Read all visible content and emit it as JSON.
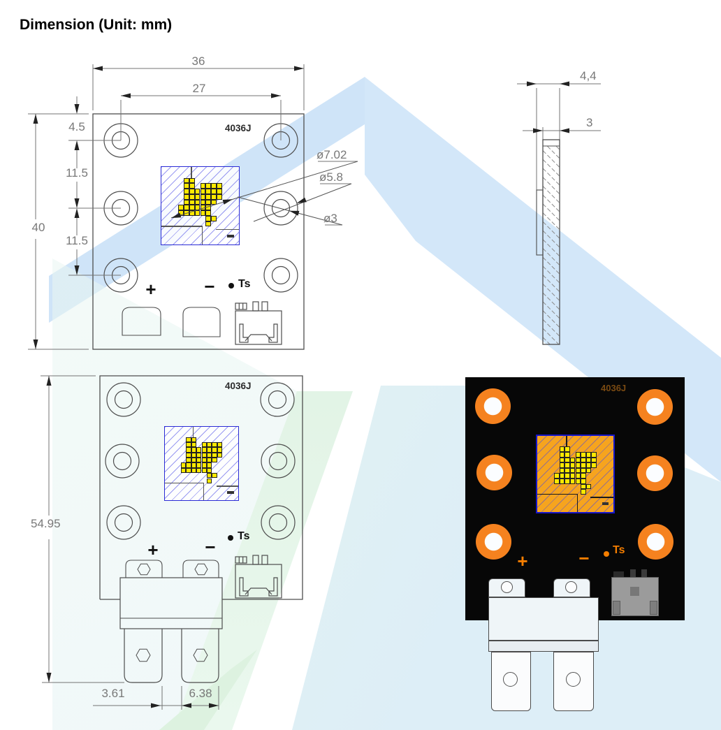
{
  "title": "Dimension (Unit: mm)",
  "front_view": {
    "part_label": "4036J",
    "dim_width": "36",
    "dim_hole_span": "27",
    "dim_height": "40",
    "dim_top_offset": "4.5",
    "dim_pitch_a": "11.5",
    "dim_pitch_b": "11.5",
    "dia_emitting_area": "ø7.02",
    "dia_hole_outer": "ø5.8",
    "dia_hole_inner": "ø3",
    "plus": "+",
    "minus": "−",
    "ts": "Ts"
  },
  "side_view": {
    "dim_total_thickness": "4,4",
    "dim_substrate_thickness": "3"
  },
  "bottom_view": {
    "part_label": "4036J",
    "dim_total_height": "54.95",
    "dim_terminal_gap": "3.61",
    "dim_terminal_width": "6.38",
    "plus": "+",
    "minus": "−",
    "ts": "Ts"
  },
  "rendered_view": {
    "part_label": "4036J",
    "plus": "+",
    "minus": "−",
    "ts": "Ts"
  },
  "colors": {
    "pad_orange": "#F5821F",
    "substrate_orange": "#F6A41E",
    "die_yellow": "#FFE900",
    "hatch_blue": "#2B2BD5",
    "pcb_black": "#070707",
    "label_orange": "#F57E00",
    "dim_gray": "#787878",
    "watermark_blue": "#CFE4F8",
    "watermark_green": "#DDF2E0"
  },
  "led_die_pattern": [
    "..XX......",
    "..XX.XXXX.",
    "..XXXXXXX.",
    "..XXXXXXX.",
    "..XXXXXX..",
    ".XXXXXX...",
    ".XXXXXX...",
    "......XX..",
    "......X..."
  ]
}
